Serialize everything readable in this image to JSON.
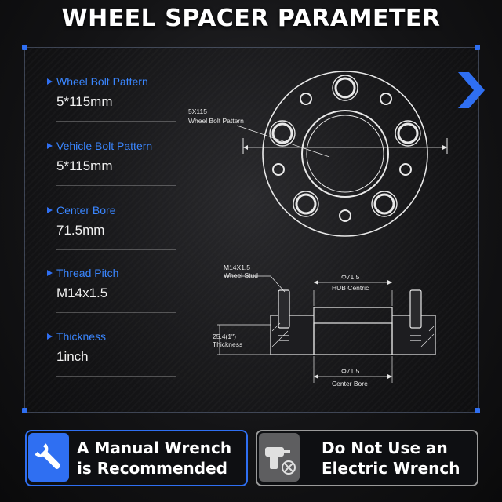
{
  "title": "WHEEL SPACER PARAMETER",
  "params": [
    {
      "label": "Wheel Bolt Pattern",
      "value": "5*115mm"
    },
    {
      "label": "Vehicle Bolt Pattern",
      "value": "5*115mm"
    },
    {
      "label": "Center Bore",
      "value": "71.5mm"
    },
    {
      "label": "Thread Pitch",
      "value": "M14x1.5"
    },
    {
      "label": "Thickness",
      "value": "1inch"
    }
  ],
  "diagram_top": {
    "callout_line1": "5X115",
    "callout_line2": "Wheel Bolt Pattern"
  },
  "diagram_side": {
    "stud_line1": "M14X1.5",
    "stud_line2": "Wheel Stud",
    "hub_line1": "Φ71.5",
    "hub_line2": "HUB Centric",
    "thick_line1": "25.4(1\")",
    "thick_line2": "Thickness",
    "bore_line1": "Φ71.5",
    "bore_line2": "Center Bore"
  },
  "banners": {
    "left": {
      "line1": "A Manual Wrench",
      "line2": "is Recommended",
      "icon": "wrench-icon"
    },
    "right": {
      "line1": "Do Not Use an",
      "line2": "Electric Wrench",
      "icon": "no-drill-icon"
    }
  },
  "colors": {
    "accent": "#2f6ff2",
    "label": "#3a86ff",
    "background": "#141416"
  }
}
